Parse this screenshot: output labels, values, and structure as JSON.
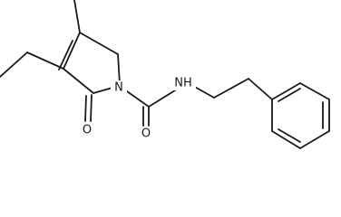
{
  "molecule": {
    "atoms": {
      "ring_nitrogen": "N",
      "amide_nitrogen_label": "NH",
      "lactam_oxygen": "O",
      "amide_oxygen": "O"
    }
  },
  "colors": {
    "bond": "#1a1a1a",
    "background": "#ffffff"
  }
}
